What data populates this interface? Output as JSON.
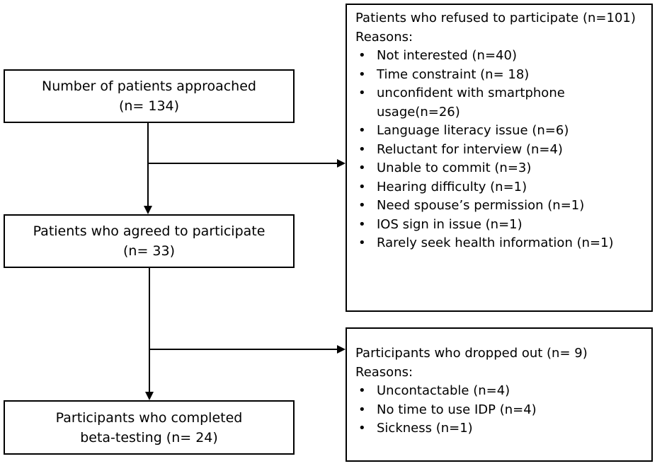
{
  "nodes": {
    "approached": {
      "line1": "Number of patients approached",
      "line2": "(n= 134)"
    },
    "agreed": {
      "line1": "Patients who agreed to participate",
      "line2": "(n= 33)"
    },
    "completed": {
      "line1": "Participants who completed",
      "line2": "beta-testing (n= 24)"
    },
    "refused": {
      "title": "Patients who refused to participate (n=101)",
      "reasons_label": "Reasons:",
      "reasons": [
        "Not interested (n=40)",
        "Time constraint (n= 18)",
        "unconfident with smartphone usage(n=26)",
        "Language literacy issue (n=6)",
        "Reluctant for interview (n=4)",
        "Unable to commit (n=3)",
        "Hearing difficulty (n=1)",
        "Need spouse’s permission (n=1)",
        "IOS sign in issue (n=1)",
        "Rarely seek health information (n=1)"
      ]
    },
    "dropped": {
      "title": "Participants who dropped out (n= 9)",
      "reasons_label": "Reasons:",
      "reasons": [
        "Uncontactable (n=4)",
        "No time to use IDP (n=4)",
        "Sickness (n=1)"
      ]
    }
  }
}
